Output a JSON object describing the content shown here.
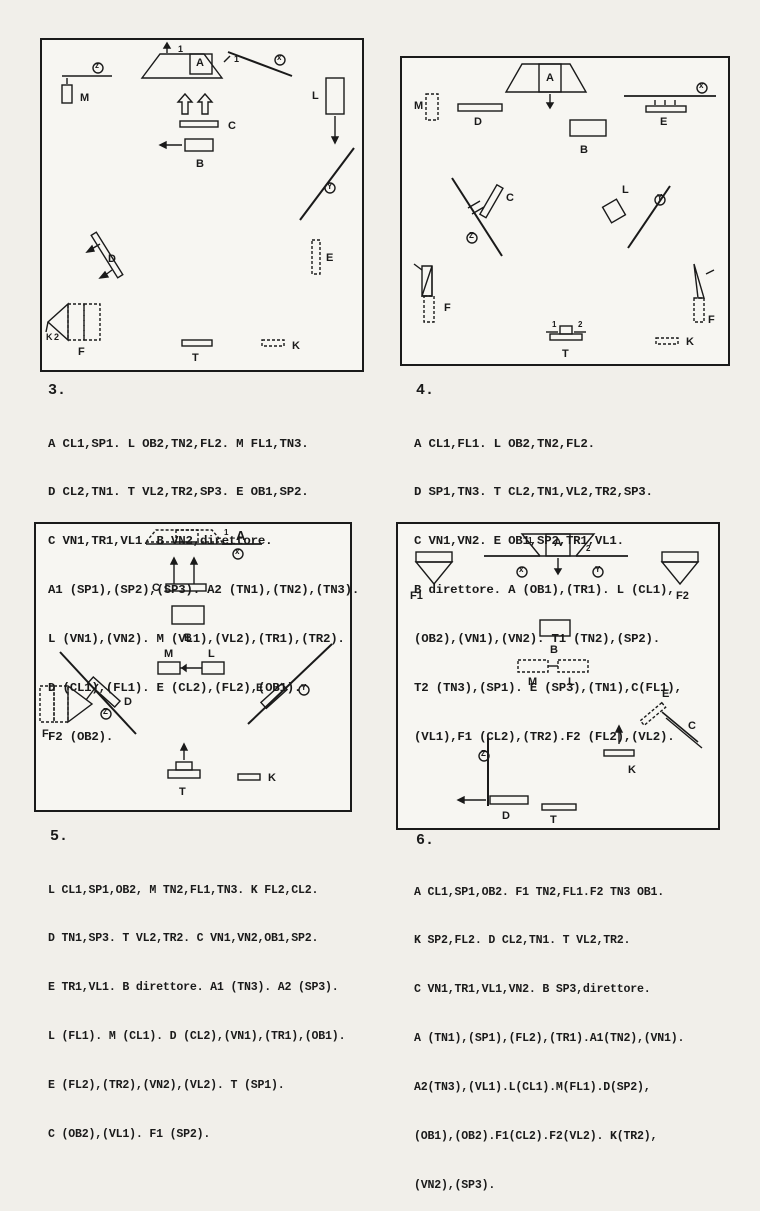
{
  "diagrams": [
    {
      "number": "3.",
      "caption": [
        "A CL1,SP1. L OB2,TN2,FL2. M FL1,TN3.",
        "D CL2,TN1. T VL2,TR2,SP3. E OB1,SP2.",
        "C VN1,TR1,VL1. B VN2,direttore.",
        "A1 (SP1),(SP2),(SP3). A2 (TN1),(TN2),(TN3).",
        "L (VN1),(VN2). M (VL1),(VL2),(TR1),(TR2).",
        "D (CL1),(FL1). E (CL2),(FL2),(OB1).",
        "F2 (OB2)."
      ],
      "labels": {
        "A": "A",
        "B": "B",
        "C": "C",
        "D": "D",
        "E": "E",
        "F": "F",
        "T": "T",
        "K": "K",
        "L": "L",
        "M": "M",
        "x": "x",
        "y": "Y",
        "z": "z",
        "n1": "1",
        "n2": "1",
        "k2": "K",
        "f2": "2"
      }
    },
    {
      "number": "4.",
      "caption": [
        "A CL1,FL1. L OB2,TN2,FL2.",
        "D SP1,TN3. T CL2,TN1,VL2,TR2,SP3.",
        "C VN1,VN2. E OB1,SP2,TR1,VL1.",
        "B direttore. A (OB1),(TR1). L (CL1),",
        "(OB2),(VN1),(VN2). T1 (TN2),(SP2).",
        "T2 (TN3),(SP1). E (SP3),(TN1),C(FL1),",
        "(VL1),F1 (CL2),(TR2).F2 (FL2),(VL2)."
      ],
      "labels": {
        "A": "A",
        "B": "B",
        "C": "C",
        "D": "D",
        "E": "E",
        "F1": "F",
        "F2": "F",
        "T": "T",
        "K": "K",
        "L": "L",
        "M": "M",
        "x": "x",
        "y": "Y",
        "z": "Z",
        "n1": "1",
        "n2": "2"
      }
    },
    {
      "number": "5.",
      "caption": [
        "L CL1,SP1,OB2, M TN2,FL1,TN3. K FL2,CL2.",
        "D TN1,SP3. T VL2,TR2. C VN1,VN2,OB1,SP2.",
        "E TR1,VL1. B direttore. A1 (TN3). A2 (SP3).",
        "L (FL1). M (CL1). D (CL2),(VN1),(TR1),(OB1).",
        "E (FL2),(TR2),(VN2),(VL2). T (SP1).",
        "C (OB2),(VL1). F1 (SP2)."
      ],
      "labels": {
        "A": "A",
        "B": "B",
        "C": "C",
        "D": "D",
        "E": "E",
        "F": "F",
        "T": "T",
        "K": "K",
        "L": "L",
        "M": "M",
        "x": "x",
        "y": "Y",
        "z": "Z",
        "n1": "1"
      }
    },
    {
      "number": "6.",
      "caption": [
        "A CL1,SP1,OB2. F1 TN2,FL1.F2 TN3 OB1.",
        "K SP2,FL2. D CL2,TN1. T VL2,TR2.",
        "C VN1,TR1,VL1,VN2. B SP3,direttore.",
        "A (TN1),(SP1),(FL2),(TR1).A1(TN2),(VN1).",
        "A2(TN3),(VL1).L(CL1).M(FL1).D(SP2),",
        "(OB1),(OB2).F1(CL2).F2(VL2). K(TR2),",
        "(VN2),(SP3)."
      ],
      "labels": {
        "A": "A",
        "B": "B",
        "C": "C",
        "D": "D",
        "E": "E",
        "F1": "F1",
        "F2": "F2",
        "T": "T",
        "K": "K",
        "L": "L",
        "M": "M",
        "x": "x",
        "y": "Y",
        "z": "Z",
        "n1": "1",
        "n2": "2"
      }
    }
  ]
}
